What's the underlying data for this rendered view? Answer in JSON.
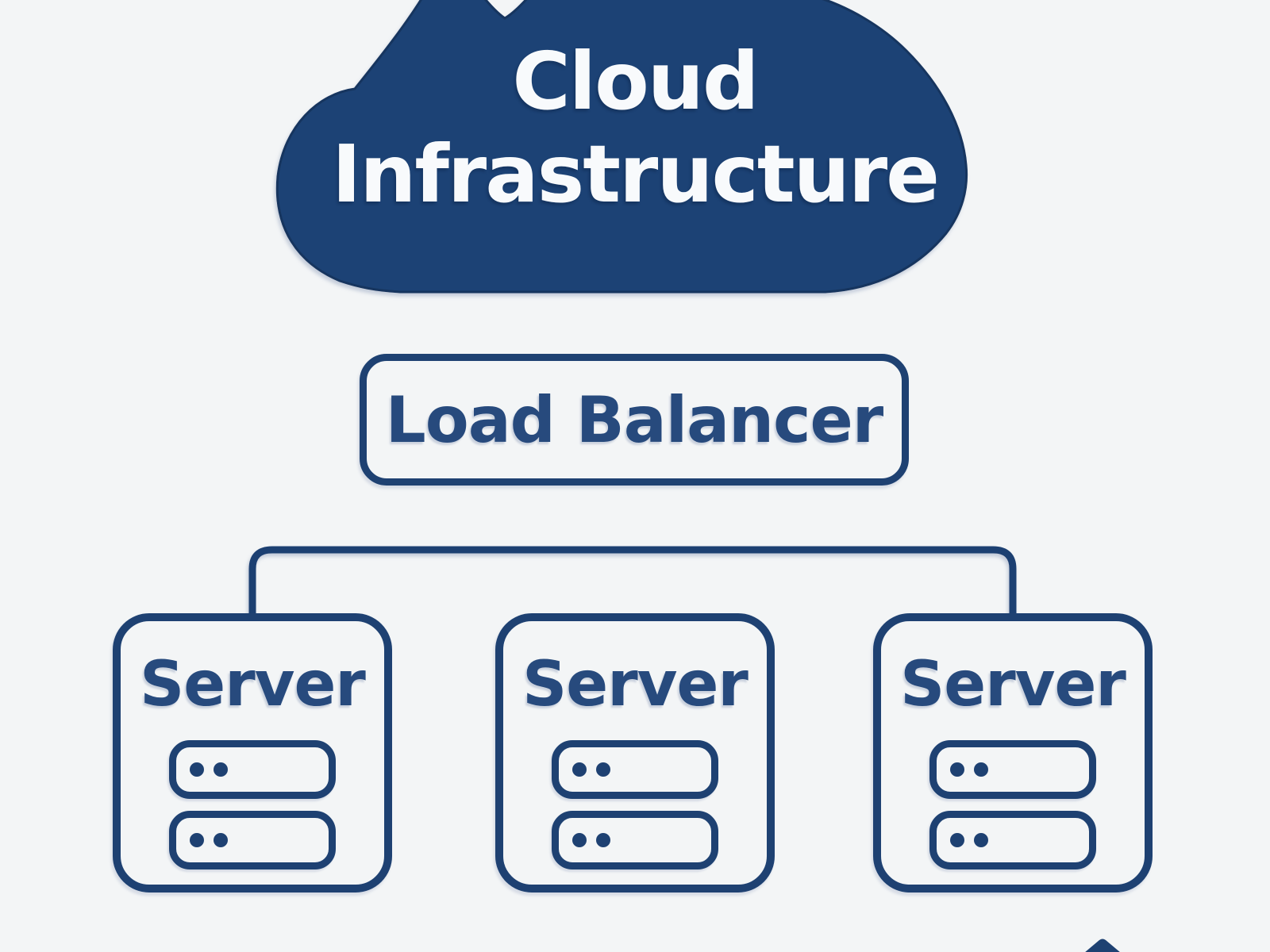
{
  "page": {
    "background": "#f3f5f6"
  },
  "colors": {
    "line_navy": "#1e4172",
    "cloud_fill": "#1d4374",
    "text_navy": "#274a7d",
    "text_white": "#f8fafc"
  },
  "cloud": {
    "title_line1": "Cloud",
    "title_line2": "Infrastructure"
  },
  "load_balancer": {
    "label": "Load Balancer"
  },
  "servers": [
    {
      "label": "Server",
      "rack_count": 2
    },
    {
      "label": "Server",
      "rack_count": 2
    },
    {
      "label": "Server",
      "rack_count": 2
    }
  ]
}
